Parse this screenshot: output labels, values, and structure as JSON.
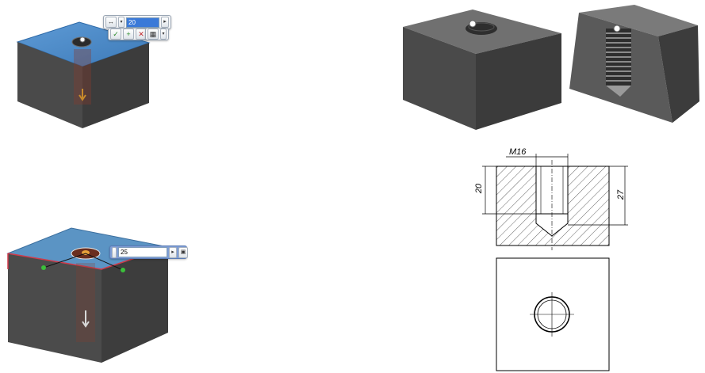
{
  "top_left": {
    "dialog": {
      "dimension_icon": "distance-dimension-icon",
      "dropdown_icon": "chevron-down-icon",
      "value": "20",
      "arrow_icon": "triangle-right-icon",
      "ok_icon": "checkmark-icon",
      "apply_icon": "plus-icon",
      "cancel_icon": "cross-icon",
      "options_icon": "options-menu-icon"
    },
    "colors": {
      "top_face": "#4f8fcf",
      "block": "#4a4a4a"
    }
  },
  "bottom_left": {
    "dialog": {
      "value": "25",
      "arrow_icon": "triangle-right-icon",
      "lock_icon": "lock-icon"
    },
    "colors": {
      "top_face": "#5b94c4",
      "edge_highlight": "#d23a4a"
    }
  },
  "drawing": {
    "thread_label": "M16",
    "depth_thread": "20",
    "depth_total": "27"
  }
}
